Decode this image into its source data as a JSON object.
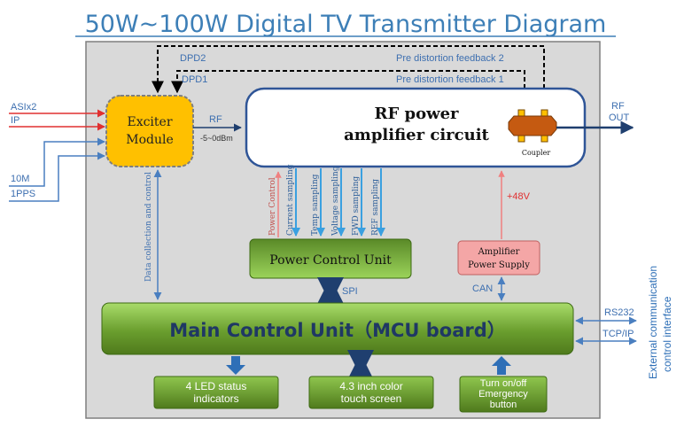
{
  "title": "50W~100W Digital TV Transmitter Diagram",
  "inputs": {
    "asi": "ASIx2",
    "ip": "IP",
    "ref10m": "10M",
    "pps": "1PPS"
  },
  "exciter": {
    "line1": "Exciter",
    "line2": "Module"
  },
  "rf_link": {
    "label": "RF",
    "level": "-5~0dBm"
  },
  "feedback": {
    "dpd2": "DPD2",
    "dpd1": "DPD1",
    "pre2": "Pre distortion feedback 2",
    "pre1": "Pre distortion feedback 1"
  },
  "pa": {
    "line1": "RF power",
    "line2": "amplifier circuit",
    "coupler": "Coupler"
  },
  "rf_out": {
    "line1": "RF",
    "line2": "OUT"
  },
  "sampling": [
    "Power Control",
    "Current sampling",
    "Temp sampling",
    "Voltage sampling",
    "FWD sampling",
    "REF sampling"
  ],
  "voltage": "+48V",
  "data_collection": "Data collection and control",
  "pcu": "Power Control Unit",
  "supply": {
    "line1": "Amplifier",
    "line2": "Power Supply"
  },
  "bus": {
    "spi": "SPI",
    "can": "CAN",
    "rs232": "RS232",
    "tcpip": "TCP/IP"
  },
  "mcu": "Main Control Unit（MCU board）",
  "external": {
    "line1": "External communication",
    "line2": "control interface"
  },
  "peripherals": {
    "led": {
      "line1": "4 LED status",
      "line2": "indicators"
    },
    "screen": {
      "line1": "4.3 inch color",
      "line2": "touch screen"
    },
    "button": {
      "line1": "Turn on/off",
      "line2": "Emergency",
      "line3": "button"
    }
  },
  "colors": {
    "title": "#3d7fb7",
    "panel": "#d9d9d9",
    "panel_border": "#7f7f7f",
    "exciter": "#ffc000",
    "input_red": "#e03030",
    "link_blue": "#4a7fc0",
    "mcu_dark": "#4f7a1c",
    "mcu_light": "#92d050",
    "coupler": "#c55a11",
    "supply": "#f4a6a6",
    "power_control": "#f08080",
    "sampling": "#3aa0e0",
    "arrow_dark": "#2e6fb7",
    "rf_out": "#1f3f6f"
  }
}
